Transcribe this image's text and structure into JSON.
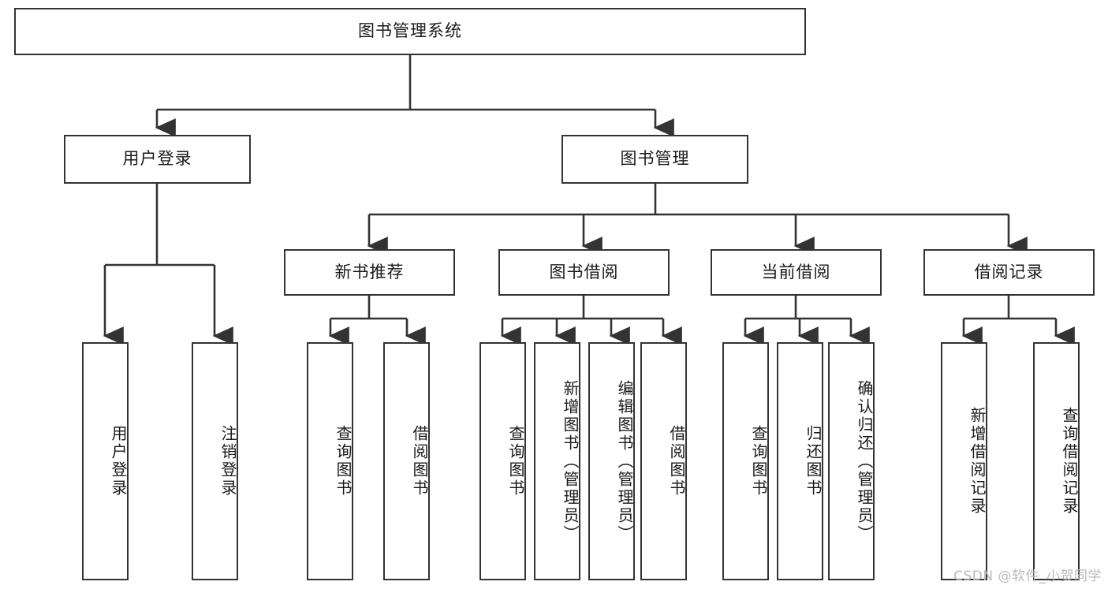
{
  "diagram": {
    "title": "图书管理系统",
    "type": "hierarchy-tree",
    "colors": {
      "background": "#ffffff",
      "box_border": "#333333",
      "box_fill": "#ffffff",
      "text": "#1a1a1a",
      "connector": "#333333",
      "watermark": "#b9b9b9"
    },
    "watermark": "CSDN @软件_小贺同学",
    "nodes": {
      "root": {
        "label": "图书管理系统",
        "level": 0
      },
      "l1": [
        {
          "id": "user-login",
          "label": "用户登录",
          "level": 1
        },
        {
          "id": "book-manage",
          "label": "图书管理",
          "level": 1
        }
      ],
      "l2": [
        {
          "id": "new-book-rec",
          "label": "新书推荐",
          "level": 2,
          "parent": "book-manage"
        },
        {
          "id": "book-borrow",
          "label": "图书借阅",
          "level": 2,
          "parent": "book-manage"
        },
        {
          "id": "current-borrow",
          "label": "当前借阅",
          "level": 2,
          "parent": "book-manage"
        },
        {
          "id": "borrow-record",
          "label": "借阅记录",
          "level": 2,
          "parent": "book-manage"
        }
      ],
      "leaves": [
        {
          "id": "leaf-user-login",
          "label": "用户登录",
          "parent": "user-login"
        },
        {
          "id": "leaf-logout-login",
          "label": "注销登录",
          "parent": "user-login"
        },
        {
          "id": "leaf-query-book-1",
          "label": "查询图书",
          "parent": "new-book-rec"
        },
        {
          "id": "leaf-borrow-book-1",
          "label": "借阅图书",
          "parent": "new-book-rec"
        },
        {
          "id": "leaf-query-book-2",
          "label": "查询图书",
          "parent": "book-borrow"
        },
        {
          "id": "leaf-add-book",
          "label": "新增图书（管理员）",
          "parent": "book-borrow"
        },
        {
          "id": "leaf-edit-book",
          "label": "编辑图书（管理员）",
          "parent": "book-borrow"
        },
        {
          "id": "leaf-borrow-book-2",
          "label": "借阅图书",
          "parent": "book-borrow"
        },
        {
          "id": "leaf-query-book-3",
          "label": "查询图书",
          "parent": "current-borrow"
        },
        {
          "id": "leaf-return-book",
          "label": "归还图书",
          "parent": "current-borrow"
        },
        {
          "id": "leaf-confirm-return",
          "label": "确认归还（管理员）",
          "parent": "current-borrow"
        },
        {
          "id": "leaf-add-record",
          "label": "新增借阅记录",
          "parent": "borrow-record"
        },
        {
          "id": "leaf-query-record",
          "label": "查询借阅记录",
          "parent": "borrow-record"
        }
      ]
    }
  }
}
